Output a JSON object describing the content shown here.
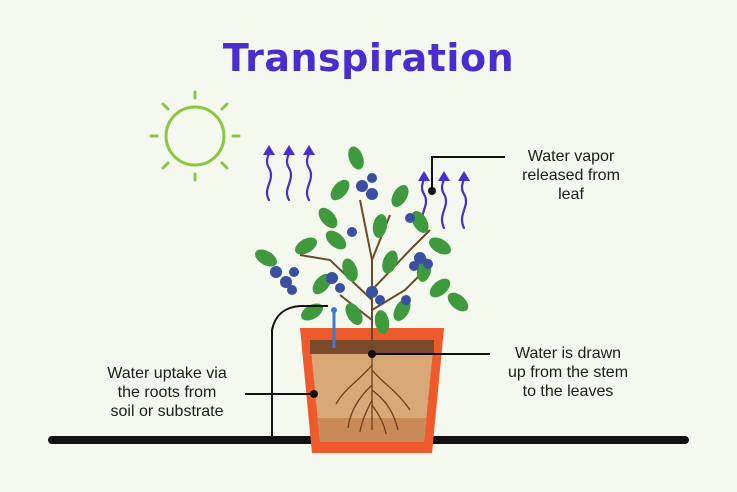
{
  "title": "Transpiration",
  "labels": {
    "vapor": [
      "Water vapor",
      "released from",
      "leaf"
    ],
    "drawn": [
      "Water is drawn",
      "up from the stem",
      "to the leaves"
    ],
    "uptake": [
      "Water uptake via",
      "the roots from",
      "soil or substrate"
    ]
  },
  "colors": {
    "title": "#4a2ccf",
    "sun": "#8cc63f",
    "vapor_arrows": "#4a2ccf",
    "pot": "#ee5a2c",
    "soil": "#d9a877",
    "leaf": "#3e9a3c",
    "berry": "#3a4fa0",
    "callout": "#111111",
    "background": "#f5f8ef"
  },
  "icons": [
    "sun-icon",
    "vapor-arrow-icon",
    "water-drop-icon"
  ]
}
